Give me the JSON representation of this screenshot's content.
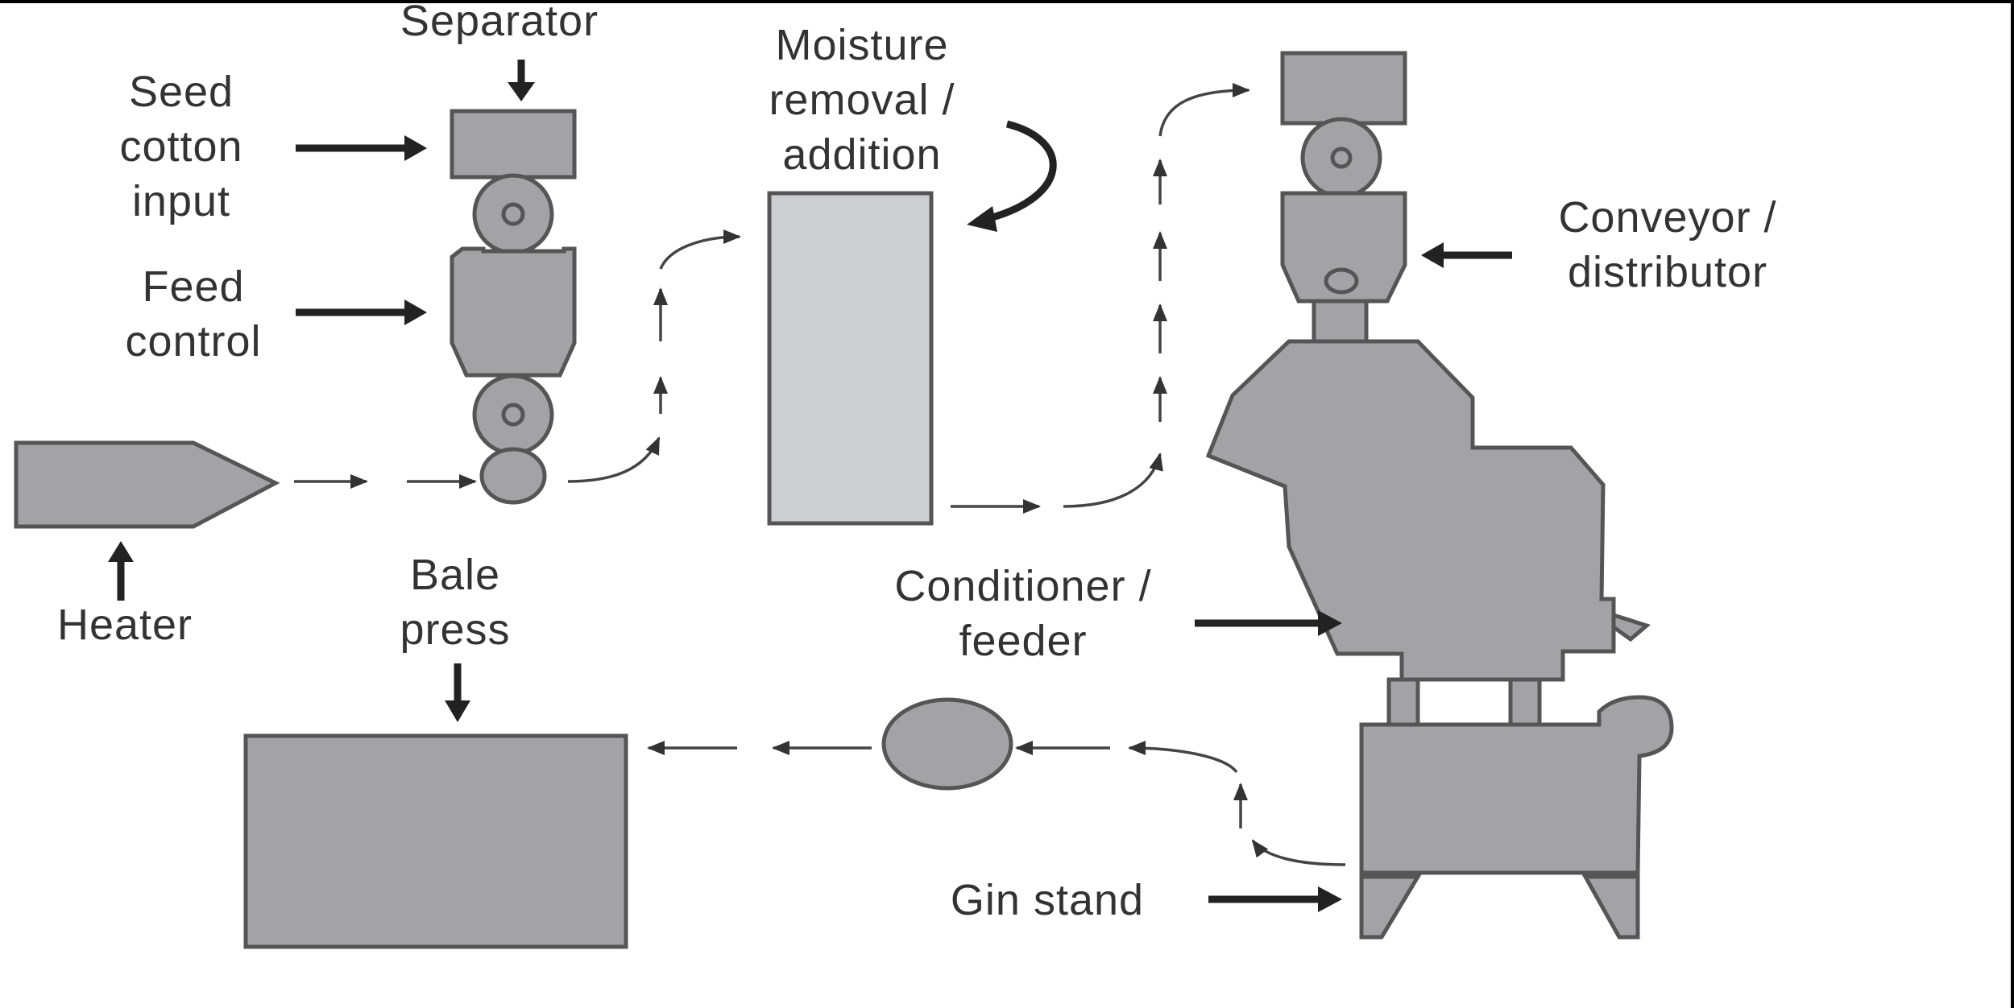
{
  "labels": {
    "separator": "Separator",
    "seed_cotton_input": "Seed cotton input",
    "feed_control": "Feed control",
    "heater": "Heater",
    "moisture": "Moisture removal / addition",
    "conveyor": "Conveyor / distributor",
    "conditioner": "Conditioner / feeder",
    "bale_press": "Bale press",
    "gin_stand": "Gin stand"
  },
  "colors": {
    "machine_fill": "#a3a3a6",
    "dryer_fill": "#cdced1",
    "outline": "#555555",
    "text": "#333333"
  }
}
